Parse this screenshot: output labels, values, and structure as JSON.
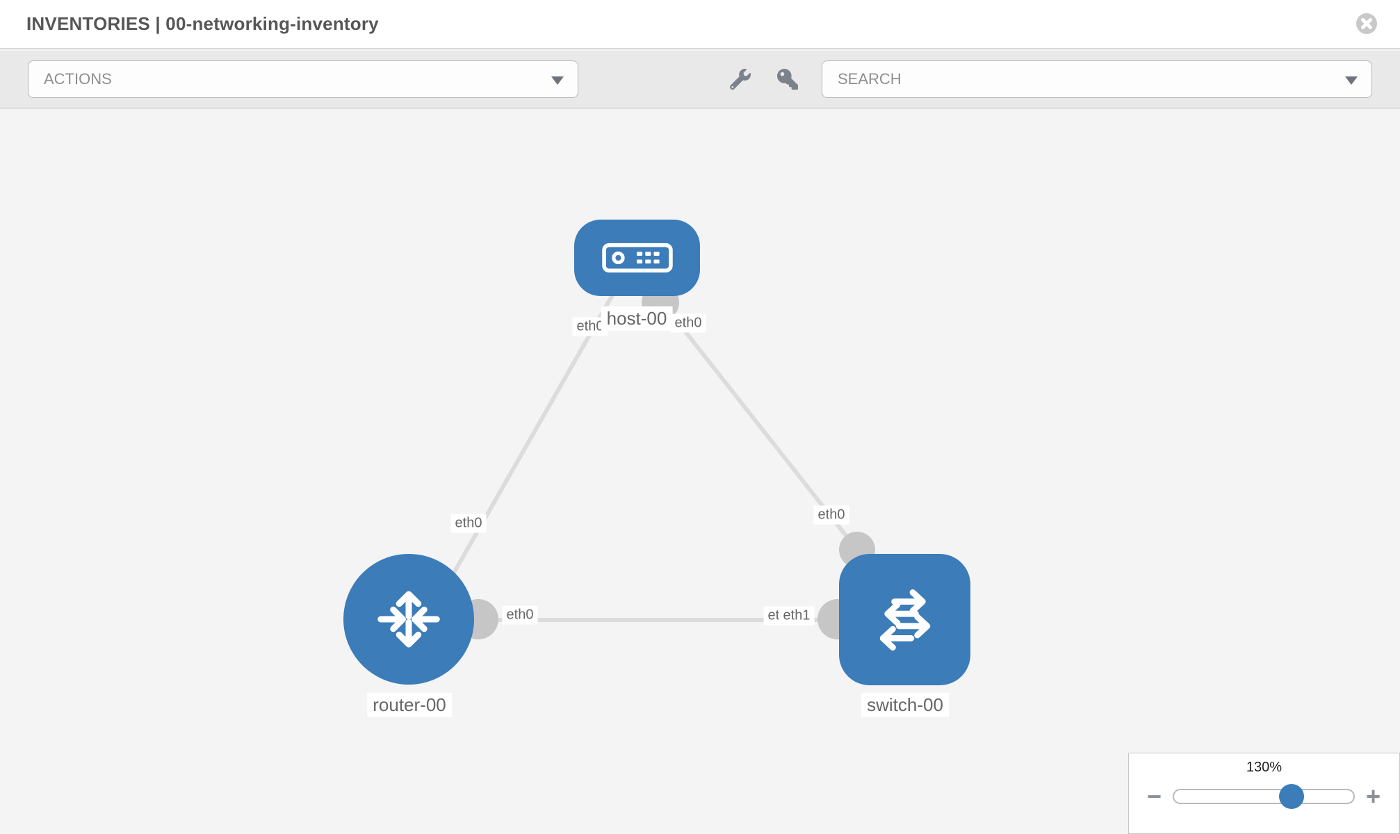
{
  "header": {
    "title": "INVENTORIES | 00-networking-inventory",
    "close_icon": "close-circle-icon"
  },
  "toolbar": {
    "actions_label": "ACTIONS",
    "search_placeholder": "SEARCH",
    "icons": [
      "wrench-icon",
      "key-icon"
    ]
  },
  "topology": {
    "nodes": [
      {
        "id": "host-00",
        "type": "host",
        "label": "host-00"
      },
      {
        "id": "router-00",
        "type": "router",
        "label": "router-00"
      },
      {
        "id": "switch-00",
        "type": "switch",
        "label": "switch-00"
      }
    ],
    "links": [
      {
        "from": "host-00",
        "to": "router-00"
      },
      {
        "from": "host-00",
        "to": "switch-00"
      },
      {
        "from": "router-00",
        "to": "switch-00"
      }
    ],
    "port_labels": [
      {
        "text": "eth0",
        "near": "host-00-left"
      },
      {
        "text": "eth0",
        "near": "host-00-right"
      },
      {
        "text": "eth0",
        "near": "link-host-router"
      },
      {
        "text": "eth0",
        "near": "link-host-switch"
      },
      {
        "text": "eth0",
        "near": "router-00-right"
      },
      {
        "text": "eth0",
        "near": "switch-00-left-back"
      },
      {
        "text": "eth1",
        "near": "switch-00-left"
      }
    ],
    "colors": {
      "node_blue": "#3b7cb9",
      "link_gray": "#dcdcdc",
      "port_dot_gray": "#c6c6c6",
      "canvas_bg": "#f4f4f4"
    }
  },
  "zoom_control": {
    "level": "130%",
    "minus_label": "−",
    "plus_label": "+",
    "slider_percent": 65.5
  }
}
